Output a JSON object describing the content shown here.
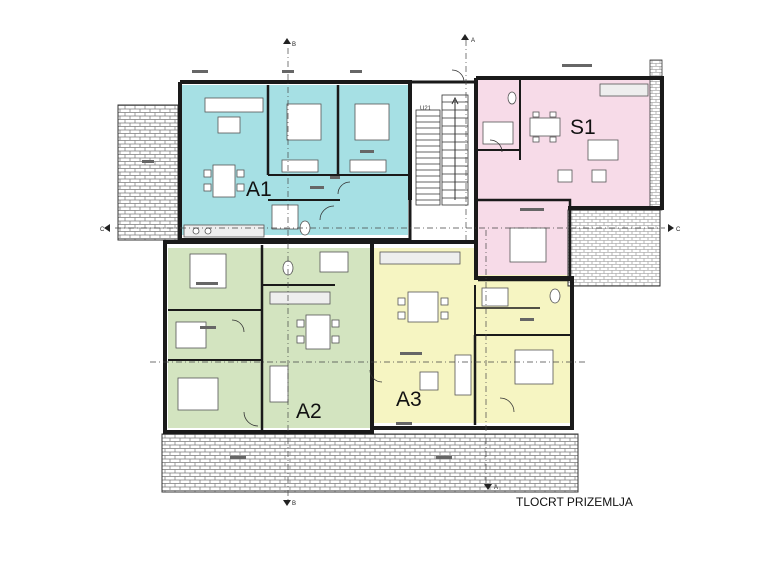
{
  "plan": {
    "title": "TLOCRT PRIZEMLJA",
    "units": [
      {
        "label": "A1",
        "color": "#a6e0e4"
      },
      {
        "label": "S1",
        "color": "#f7dbe8"
      },
      {
        "label": "A2",
        "color": "#d3e4c0"
      },
      {
        "label": "A3",
        "color": "#f6f5c2"
      }
    ],
    "section_markers": [
      "A",
      "B",
      "C"
    ],
    "stair_label": "U21",
    "wall_color": "#1a1a1a",
    "hatch_color": "#777777"
  }
}
